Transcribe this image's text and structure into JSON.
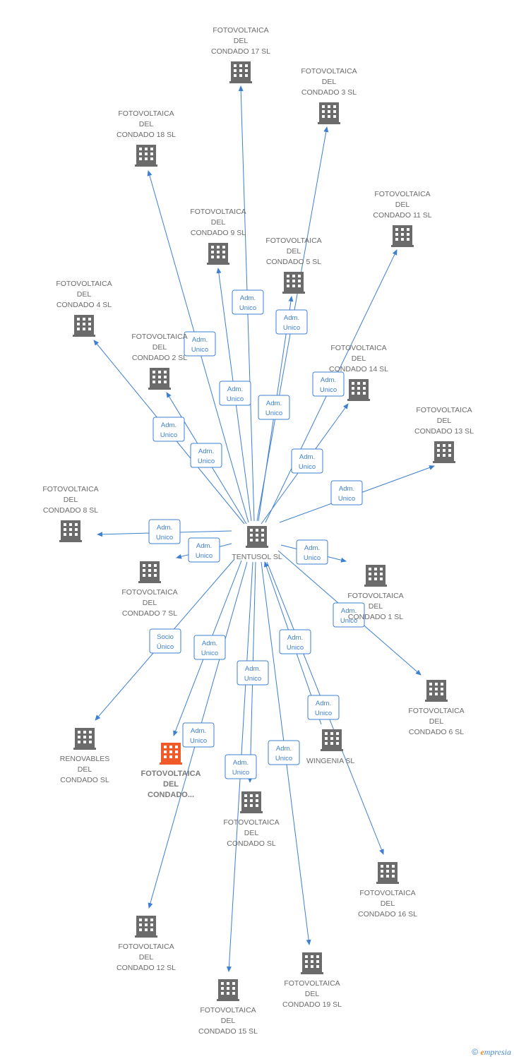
{
  "colors": {
    "edge": "#3d7fd0",
    "building": "#6b6b6b",
    "building_highlight": "#f05a28"
  },
  "footer": {
    "copyright": "©",
    "brand_first": "e",
    "brand_rest": "mpresia"
  },
  "nodes": [
    {
      "id": "tentusol",
      "lines": [
        "TENTUSOL SL"
      ],
      "icon": "building-icon"
    },
    {
      "id": "c17",
      "lines": [
        "FOTOVOLTAICA",
        "DEL",
        "CONDADO 17 SL"
      ],
      "icon": "building-icon"
    },
    {
      "id": "c3",
      "lines": [
        "FOTOVOLTAICA",
        "DEL",
        "CONDADO 3 SL"
      ],
      "icon": "building-icon"
    },
    {
      "id": "c18",
      "lines": [
        "FOTOVOLTAICA",
        "DEL",
        "CONDADO 18 SL"
      ],
      "icon": "building-icon"
    },
    {
      "id": "c11",
      "lines": [
        "FOTOVOLTAICA",
        "DEL",
        "CONDADO 11 SL"
      ],
      "icon": "building-icon"
    },
    {
      "id": "c9",
      "lines": [
        "FOTOVOLTAICA",
        "DEL",
        "CONDADO 9 SL"
      ],
      "icon": "building-icon"
    },
    {
      "id": "c5",
      "lines": [
        "FOTOVOLTAICA",
        "DEL",
        "CONDADO 5 SL"
      ],
      "icon": "building-icon"
    },
    {
      "id": "c4",
      "lines": [
        "FOTOVOLTAICA",
        "DEL",
        "CONDADO 4 SL"
      ],
      "icon": "building-icon"
    },
    {
      "id": "c2",
      "lines": [
        "FOTOVOLTAICA",
        "DEL",
        "CONDADO 2 SL"
      ],
      "icon": "building-icon"
    },
    {
      "id": "c14",
      "lines": [
        "FOTOVOLTAICA",
        "DEL",
        "CONDADO 14 SL"
      ],
      "icon": "building-icon"
    },
    {
      "id": "c13",
      "lines": [
        "FOTOVOLTAICA",
        "DEL",
        "CONDADO 13 SL"
      ],
      "icon": "building-icon"
    },
    {
      "id": "c8",
      "lines": [
        "FOTOVOLTAICA",
        "DEL",
        "CONDADO 8 SL"
      ],
      "icon": "building-icon"
    },
    {
      "id": "c7",
      "lines": [
        "FOTOVOLTAICA",
        "DEL",
        "CONDADO 7 SL"
      ],
      "icon": "building-icon"
    },
    {
      "id": "c1",
      "lines": [
        "FOTOVOLTAICA",
        "DEL",
        "CONDADO 1 SL"
      ],
      "icon": "building-icon"
    },
    {
      "id": "c6",
      "lines": [
        "FOTOVOLTAICA",
        "DEL",
        "CONDADO 6 SL"
      ],
      "icon": "building-icon"
    },
    {
      "id": "renov",
      "lines": [
        "RENOVABLES",
        "DEL",
        "CONDADO SL"
      ],
      "icon": "building-icon"
    },
    {
      "id": "focus",
      "lines": [
        "FOTOVOLTAICA",
        "DEL",
        "CONDADO..."
      ],
      "icon": "building-icon",
      "highlight": true
    },
    {
      "id": "wingenia",
      "lines": [
        "WINGENIA SL"
      ],
      "icon": "building-icon"
    },
    {
      "id": "cbase",
      "lines": [
        "FOTOVOLTAICA",
        "DEL",
        "CONDADO SL"
      ],
      "icon": "building-icon"
    },
    {
      "id": "c16",
      "lines": [
        "FOTOVOLTAICA",
        "DEL",
        "CONDADO 16 SL"
      ],
      "icon": "building-icon"
    },
    {
      "id": "c12",
      "lines": [
        "FOTOVOLTAICA",
        "DEL",
        "CONDADO 12 SL"
      ],
      "icon": "building-icon"
    },
    {
      "id": "c19",
      "lines": [
        "FOTOVOLTAICA",
        "DEL",
        "CONDADO 19 SL"
      ],
      "icon": "building-icon"
    },
    {
      "id": "c15",
      "lines": [
        "FOTOVOLTAICA",
        "DEL",
        "CONDADO 15 SL"
      ],
      "icon": "building-icon"
    }
  ],
  "edges": [
    {
      "from": "tentusol",
      "to": "c17",
      "label": [
        "Adm.",
        "Unico"
      ]
    },
    {
      "from": "tentusol",
      "to": "c3",
      "label": [
        "Adm.",
        "Unico"
      ]
    },
    {
      "from": "tentusol",
      "to": "c18",
      "label": [
        "Adm.",
        "Unico"
      ]
    },
    {
      "from": "tentusol",
      "to": "c11",
      "label": [
        "Adm.",
        "Unico"
      ]
    },
    {
      "from": "tentusol",
      "to": "c9",
      "label": [
        "Adm.",
        "Unico"
      ]
    },
    {
      "from": "tentusol",
      "to": "c5",
      "label": [
        "Adm.",
        "Unico"
      ]
    },
    {
      "from": "tentusol",
      "to": "c4",
      "label": [
        "Adm.",
        "Unico"
      ]
    },
    {
      "from": "tentusol",
      "to": "c2",
      "label": [
        "Adm.",
        "Unico"
      ]
    },
    {
      "from": "tentusol",
      "to": "c14",
      "label": [
        "Adm.",
        "Unico"
      ]
    },
    {
      "from": "tentusol",
      "to": "c13",
      "label": [
        "Adm.",
        "Unico"
      ]
    },
    {
      "from": "tentusol",
      "to": "c8",
      "label": [
        "Adm.",
        "Unico"
      ]
    },
    {
      "from": "tentusol",
      "to": "c7",
      "label": [
        "Adm.",
        "Unico"
      ]
    },
    {
      "from": "tentusol",
      "to": "c1",
      "label": [
        "Adm.",
        "Unico"
      ]
    },
    {
      "from": "tentusol",
      "to": "c6",
      "label": [
        "Adm.",
        "Unico"
      ]
    },
    {
      "from": "tentusol",
      "to": "renov",
      "label": [
        "Socio",
        "Único"
      ]
    },
    {
      "from": "tentusol",
      "to": "focus",
      "label": [
        "Adm.",
        "Unico"
      ]
    },
    {
      "from": "tentusol",
      "to": "cbase",
      "label": [
        "Adm.",
        "Unico"
      ]
    },
    {
      "from": "wingenia",
      "to": "tentusol",
      "label": [
        "Adm.",
        "Unico"
      ]
    },
    {
      "from": "tentusol",
      "to": "c16",
      "label": [
        "Adm.",
        "Unico"
      ]
    },
    {
      "from": "tentusol",
      "to": "c12",
      "label": [
        "Adm.",
        "Unico"
      ]
    },
    {
      "from": "tentusol",
      "to": "c19",
      "label": [
        "Adm.",
        "Unico"
      ]
    },
    {
      "from": "tentusol",
      "to": "c15",
      "label": [
        "Adm.",
        "Unico"
      ]
    }
  ]
}
